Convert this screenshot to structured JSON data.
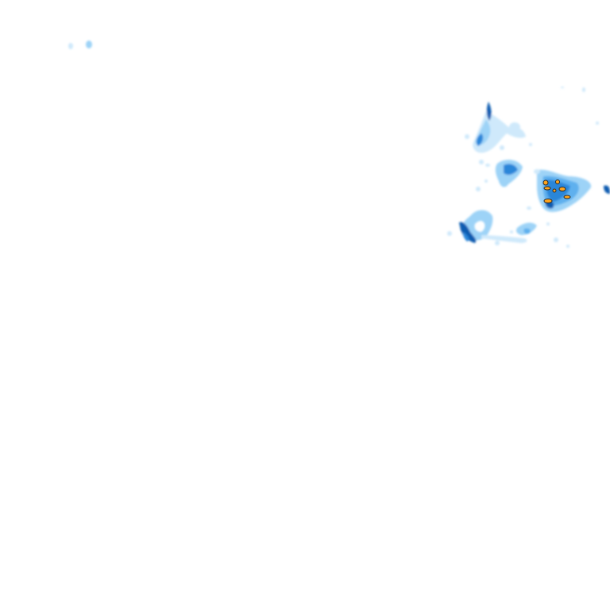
{
  "map": {
    "background_color": "#ffffff",
    "palette": {
      "very_light": "#cfe9fb",
      "light": "#9dd3f7",
      "medium": "#5eb0ee",
      "strong": "#2b86d9",
      "heavy": "#0b5cb0",
      "core": "#ffa41c",
      "core_outline": "#2a2a2a"
    },
    "precipitation_levels": [
      "very_light",
      "light",
      "medium",
      "strong",
      "heavy",
      "core"
    ]
  }
}
